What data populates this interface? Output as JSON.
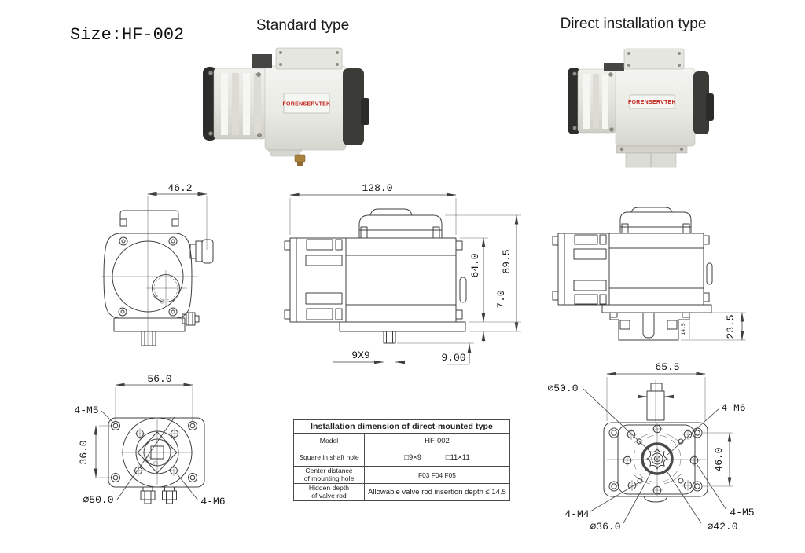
{
  "header": {
    "size_label": "Size:HF-002"
  },
  "photos": {
    "standard": {
      "caption": "Standard type",
      "brand": "FORENSERVTEK"
    },
    "direct": {
      "caption": "Direct installation type",
      "brand": "FORENSERVTEK"
    }
  },
  "drawings": {
    "front_view": {
      "width": "46.2"
    },
    "side_view": {
      "length": "128.0",
      "total_height": "89.5",
      "body_height": "64.0",
      "flange_height": "7.0",
      "shaft_square": "9X9",
      "shaft_depth": "9.00"
    },
    "direct_side_view": {
      "bracket_height": "23.5",
      "insert_depth": "14.5"
    },
    "bottom_view": {
      "span_x": "56.0",
      "span_y": "36.0",
      "corner_screws": "4-M5",
      "bolt_circle": "∅50.0",
      "flange_screws": "4-M6"
    },
    "direct_bottom_view": {
      "span_x": "65.5",
      "span_y": "46.0",
      "bolt_circle": "∅50.0",
      "screws_m6": "4-M6",
      "screws_m5": "4-M5",
      "screws_m4": "4-M4",
      "circle_36": "∅36.0",
      "circle_42": "∅42.0"
    }
  },
  "table": {
    "title": "Installation dimension of direct-mounted type",
    "rows": [
      {
        "label": "Model",
        "value": "HF-002"
      },
      {
        "label": "Square in shaft hole",
        "value": "□9×9 □11×11"
      },
      {
        "label": "Center distance\nof mounting hole",
        "value": "F03 F04 F05"
      },
      {
        "label": "Hidden depth\nof valve rod",
        "value": "Allowable valve rod insertion depth ≤ 14.5"
      }
    ]
  },
  "colors": {
    "brand_red": "#c0241c",
    "line": "#3f3f3f"
  }
}
